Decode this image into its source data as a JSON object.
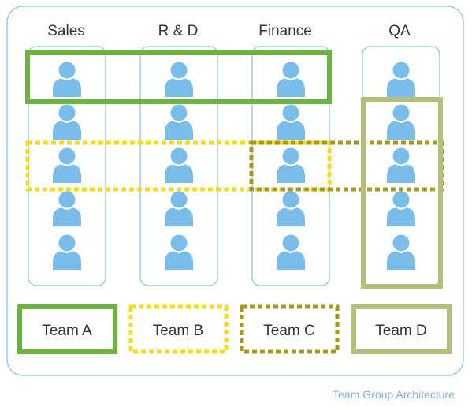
{
  "colors": {
    "outline_blue": "#8fc4e6",
    "person_blue": "#79bde8",
    "team_a": "#6db33f",
    "team_b": "#f3dc1c",
    "team_c": "#a59a1e",
    "team_d": "#b4c079",
    "caption": "#7fb2d9"
  },
  "departments": [
    {
      "name": "Sales",
      "members": 5
    },
    {
      "name": "R & D",
      "members": 5
    },
    {
      "name": "Finance",
      "members": 5
    },
    {
      "name": "QA",
      "members": 5
    }
  ],
  "teams": [
    {
      "label": "Team A",
      "style": "solid"
    },
    {
      "label": "Team B",
      "style": "dotted"
    },
    {
      "label": "Team C",
      "style": "dotted"
    },
    {
      "label": "Team D",
      "style": "solid"
    }
  ],
  "caption": "Team Group Architecture"
}
